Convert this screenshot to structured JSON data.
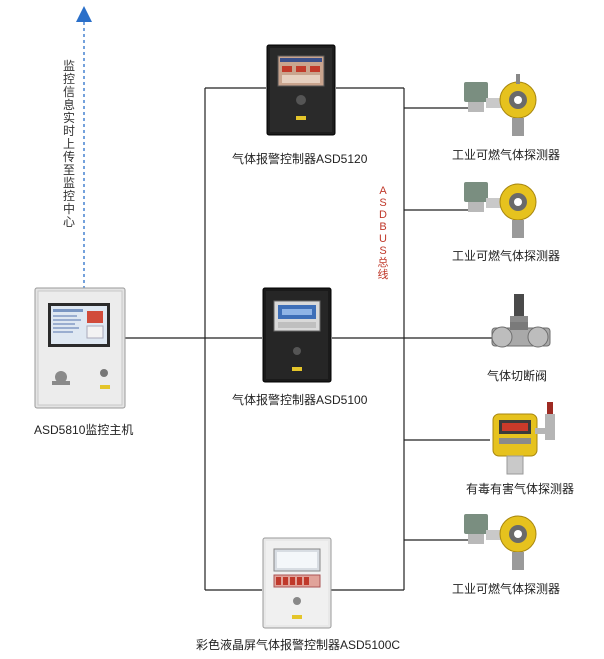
{
  "uplink_text": "监控信息实时上传至监控中心",
  "bus_label": "ASDBUS总线",
  "host": {
    "label": "ASD5810监控主机"
  },
  "controllers": [
    {
      "label": "气体报警控制器ASD5120"
    },
    {
      "label": "气体报警控制器ASD5100"
    },
    {
      "label": "彩色液晶屏气体报警控制器ASD5100C"
    }
  ],
  "devices": [
    {
      "label": "工业可燃气体探测器"
    },
    {
      "label": "工业可燃气体探测器"
    },
    {
      "label": "气体切断阀"
    },
    {
      "label": "有毒有害气体探测器"
    },
    {
      "label": "工业可燃气体探测器"
    }
  ],
  "colors": {
    "arrow": "#2a6fc9",
    "bus_text": "#c0392b",
    "line": "#222222"
  }
}
